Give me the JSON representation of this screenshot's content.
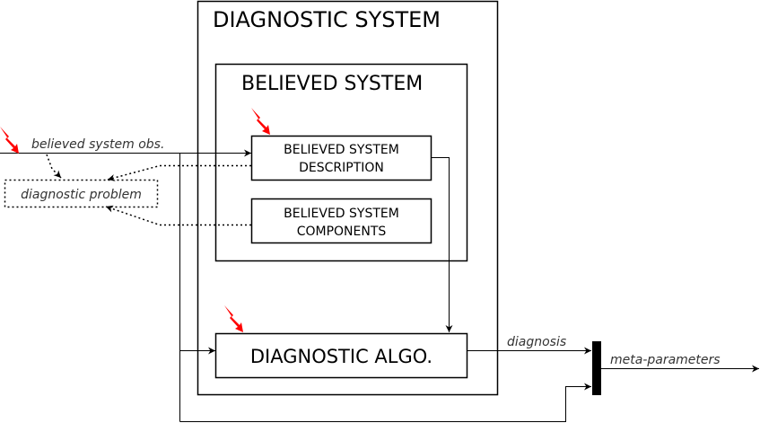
{
  "diagnostic_system": {
    "title": "DIAGNOSTIC SYSTEM"
  },
  "believed_system": {
    "title": "BELIEVED SYSTEM",
    "description": {
      "line1": "BELIEVED SYSTEM",
      "line2": "DESCRIPTION"
    },
    "components": {
      "line1": "BELIEVED SYSTEM",
      "line2": "COMPONENTS"
    }
  },
  "algorithm": {
    "title": "DIAGNOSTIC ALGO."
  },
  "diagnostic_problem": {
    "label": "diagnostic problem"
  },
  "edges": {
    "observations": "believed system obs.",
    "diagnosis": "diagnosis",
    "meta_parameters": "meta-parameters"
  },
  "colors": {
    "fault_marker": "#ff0000",
    "line": "#000000",
    "label": "#333333"
  },
  "icons": {
    "fault": "lightning-bolt-icon"
  }
}
